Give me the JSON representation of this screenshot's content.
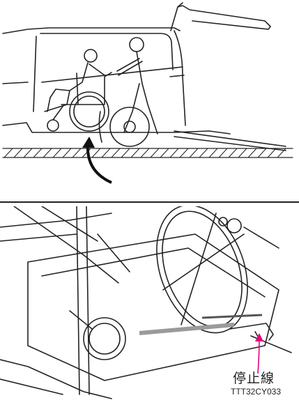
{
  "labels": {
    "stop_line": "停止線",
    "figure_code": "TTT32CY033"
  },
  "colors": {
    "line": "#222222",
    "arrow": "#e6007e",
    "stripe": "#9a9a9a"
  },
  "icons": {
    "top": "wheelchair-loading-illustration",
    "bottom": "wheel-stop-line-illustration"
  }
}
